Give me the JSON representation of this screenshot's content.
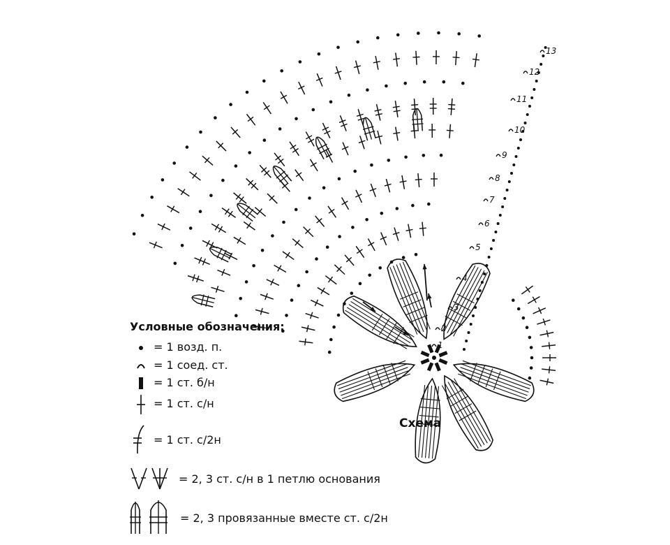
{
  "legend": {
    "title": "Условные обозначения:",
    "items": [
      {
        "icon": "chain-stitch-dot-icon",
        "text": "= 1 возд. п."
      },
      {
        "icon": "slip-stitch-arc-icon",
        "text": "= 1 соед. ст."
      },
      {
        "icon": "single-crochet-bar-icon",
        "text": "= 1 ст. б/н"
      },
      {
        "icon": "double-crochet-cross-icon",
        "text": "= 1 ст. с/н"
      },
      {
        "icon": "treble-crochet-curve-icon",
        "text": "= 1 ст. с/2н"
      },
      {
        "icon": "dc-increase-v-icon",
        "text": "= 2, 3 ст. с/н в 1 петлю основания"
      },
      {
        "icon": "treble-cluster-icon",
        "text": "= 2, 3 провязанные вместе ст. с/2н"
      }
    ]
  },
  "scheme_title": "Схема",
  "row_numbers": [
    "1",
    "2",
    "3",
    "4",
    "5",
    "6",
    "7",
    "8",
    "9",
    "10",
    "11",
    "12",
    "13"
  ]
}
